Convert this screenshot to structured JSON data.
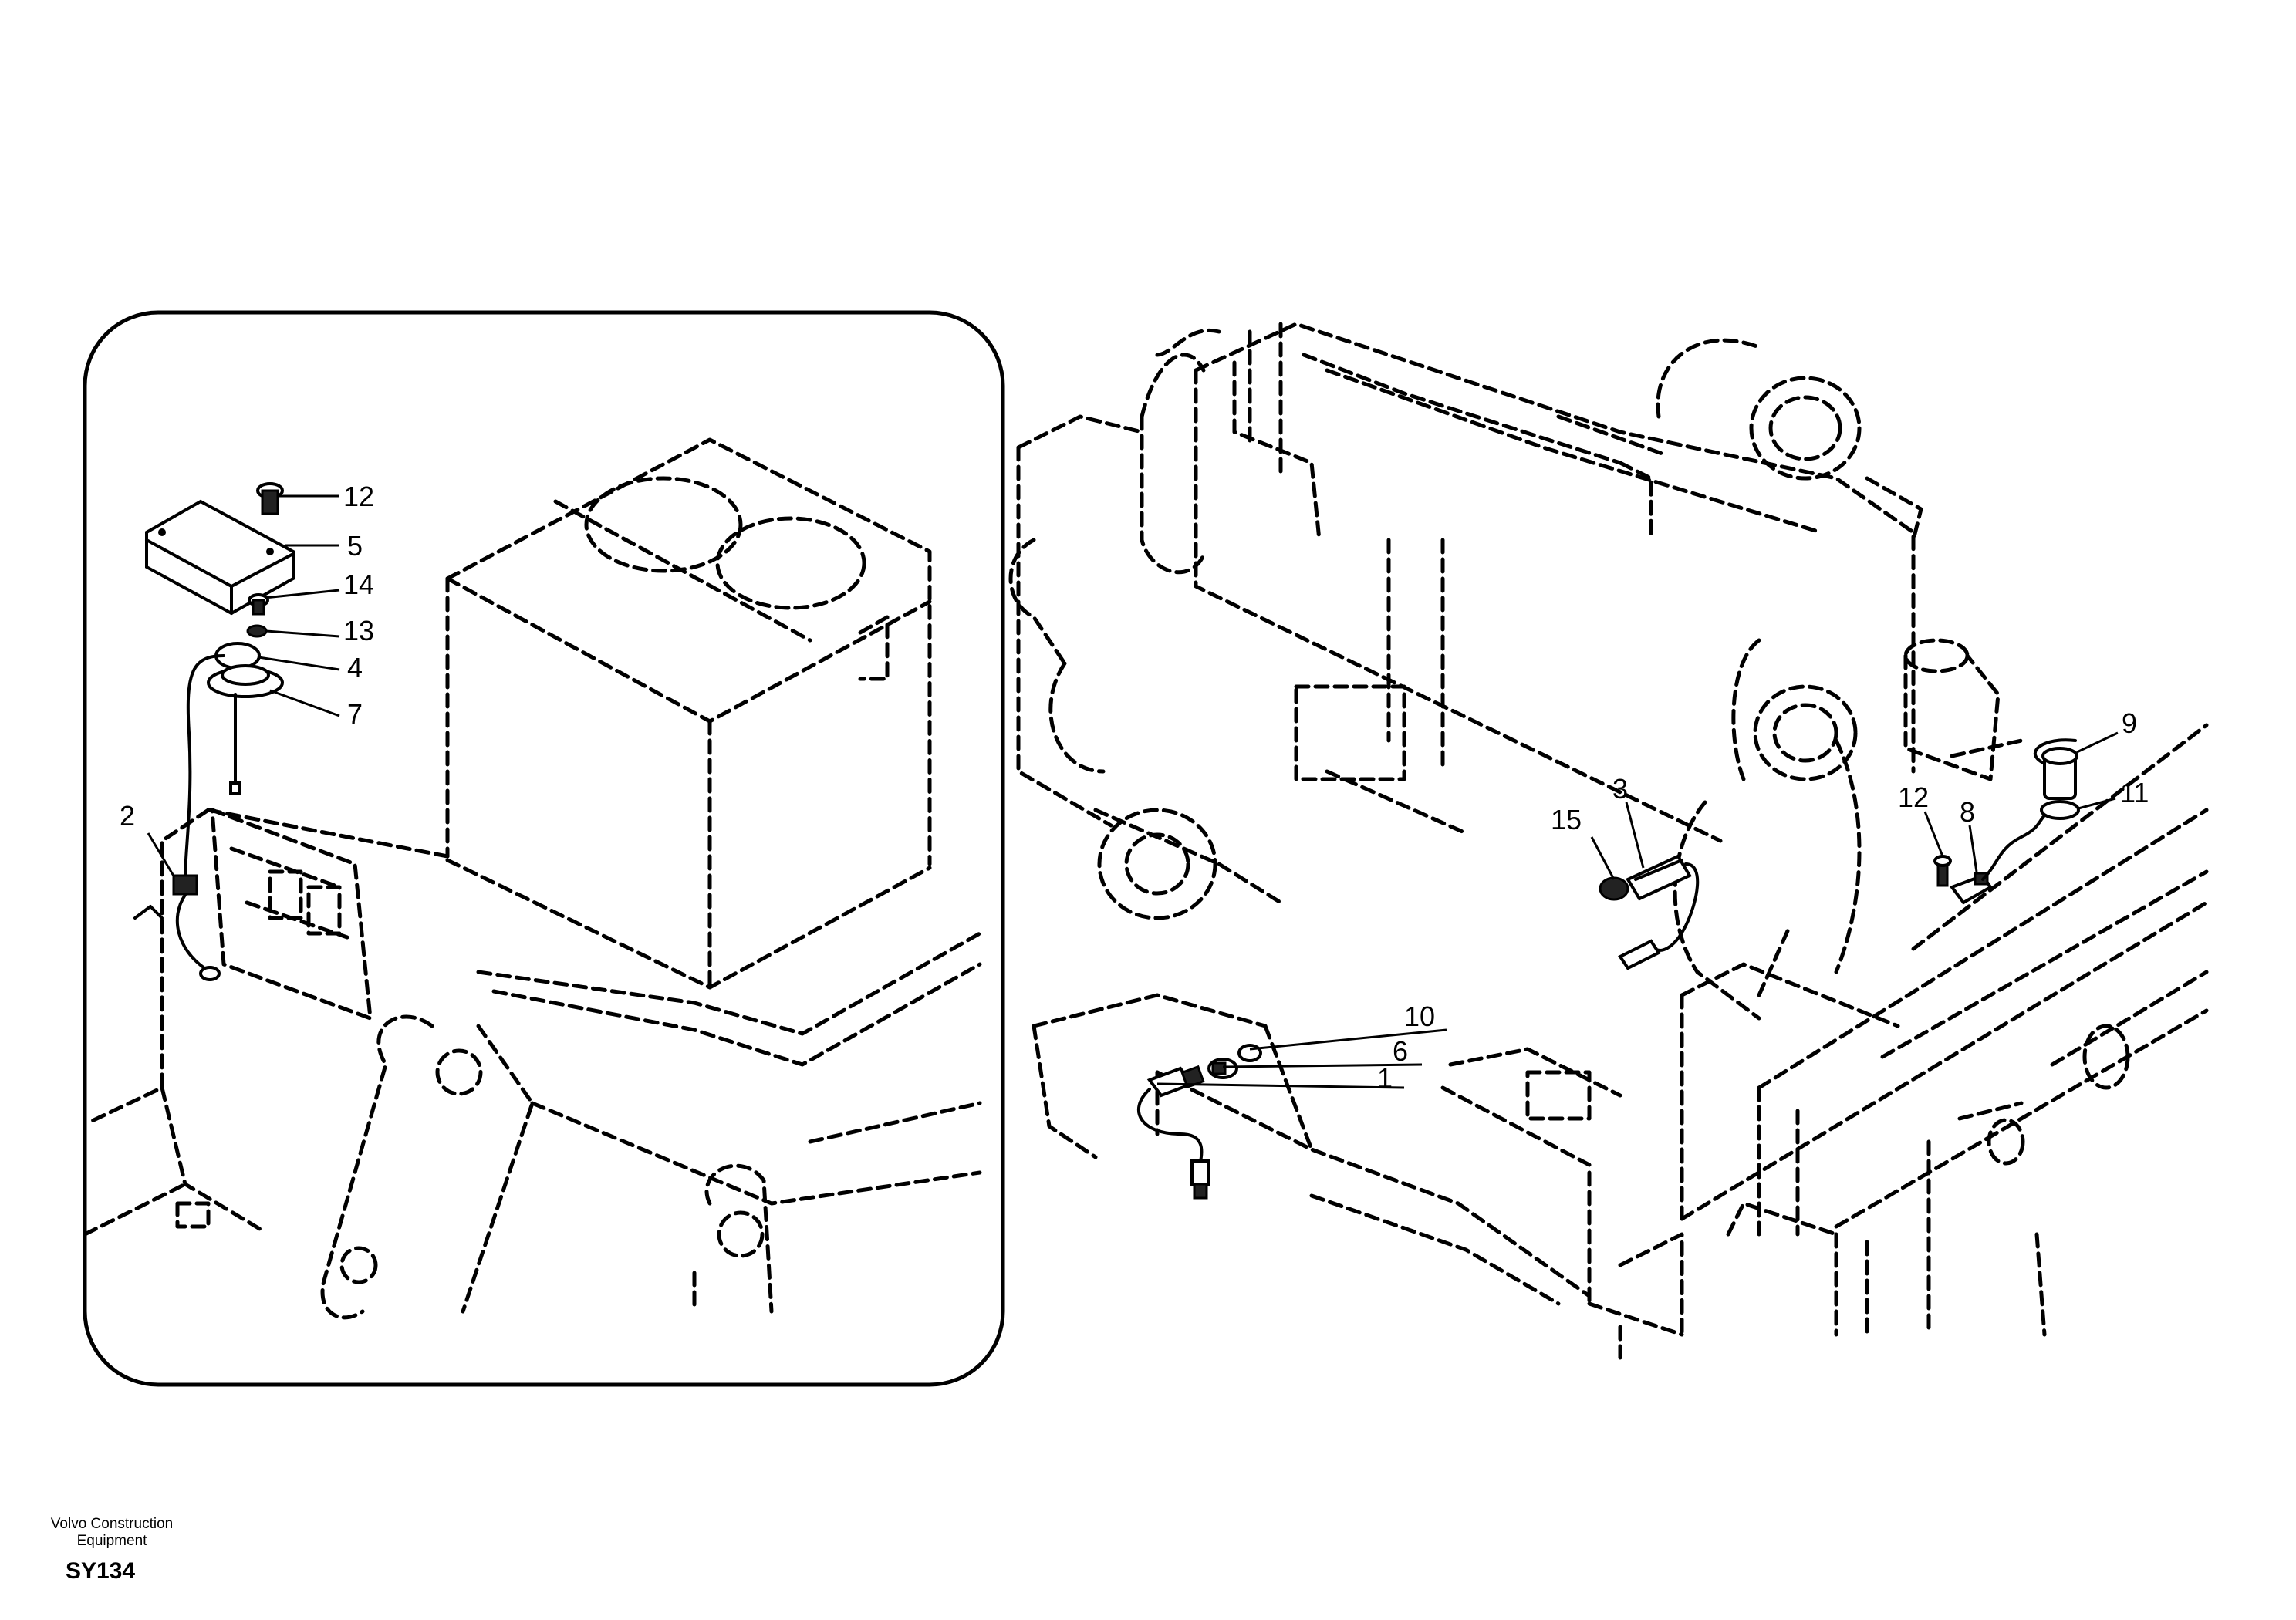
{
  "footer": {
    "company_line1": "Volvo Construction",
    "company_line2": "Equipment",
    "drawing_code": "SY134"
  },
  "inset": {
    "callouts": [
      "12",
      "5",
      "14",
      "13",
      "4",
      "7",
      "2"
    ]
  },
  "main": {
    "callouts": [
      "15",
      "3",
      "10",
      "6",
      "1",
      "12",
      "8",
      "9",
      "11"
    ]
  }
}
